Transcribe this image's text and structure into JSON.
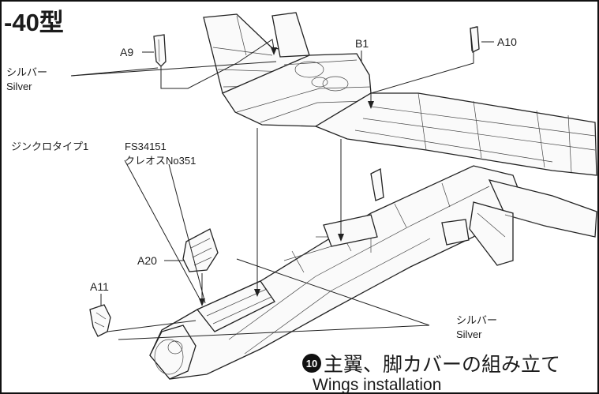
{
  "title": "-40型",
  "step": {
    "number": "10",
    "title_jp": "主翼、脚カバーの組み立て",
    "title_en": "Wings installation"
  },
  "labels": {
    "a9": "A9",
    "a10": "A10",
    "b1": "B1",
    "a20": "A20",
    "a11": "A11"
  },
  "paint_notes": {
    "silver_top_jp": "シルバー",
    "silver_top_en": "Silver",
    "silver_bottom_jp": "シルバー",
    "silver_bottom_en": "Silver",
    "zinc_chromate": "ジンクロタイプ1",
    "fs_code": "FS34151",
    "mr_color": "クレオスNo351"
  },
  "colors": {
    "line": "#222222",
    "frame": "#111111",
    "background": "#ffffff"
  }
}
